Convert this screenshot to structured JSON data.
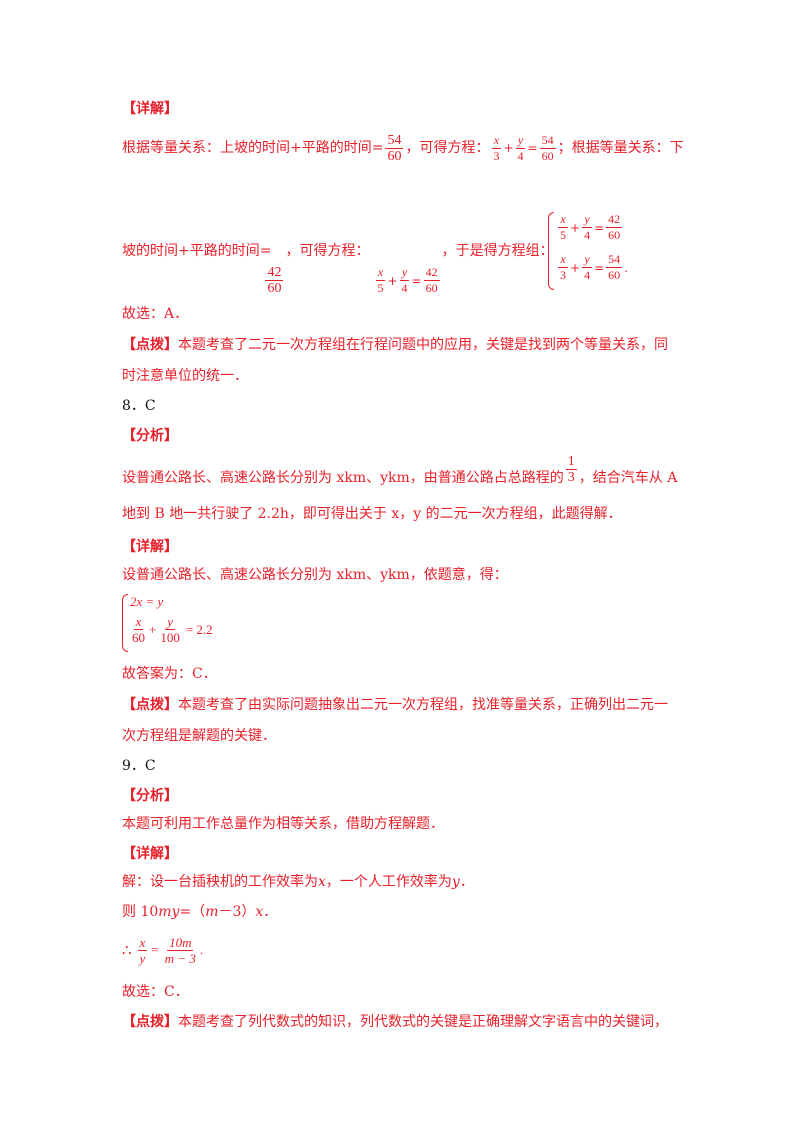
{
  "s7": {
    "detail_heading": "【详解】",
    "l1_a": "根据等量关系：上坡的时间+平路的时间=",
    "l1_f_num": "54",
    "l1_f_den": "60",
    "l1_b": "，可得方程：",
    "l1_eq": {
      "a_num": "x",
      "a_den": "3",
      "plus": "+",
      "b_num": "y",
      "b_den": "4",
      "eq": "=",
      "c_num": "54",
      "c_den": "60"
    },
    "l1_c": "；根据等量关系：下",
    "l2_a": "坡的时间+平路的时间=",
    "l2_f_num": "42",
    "l2_f_den": "60",
    "l2_b": "，可得方程：",
    "l2_eq": {
      "a_num": "x",
      "a_den": "5",
      "plus": "+",
      "b_num": "y",
      "b_den": "4",
      "eq": "=",
      "c_num": "42",
      "c_den": "60"
    },
    "l2_c": "，于是得方程组：",
    "sys_r1": {
      "a_num": "x",
      "a_den": "5",
      "plus": "+",
      "b_num": "y",
      "b_den": "4",
      "eq": "=",
      "c_num": "42",
      "c_den": "60"
    },
    "sys_r2": {
      "a_num": "x",
      "a_den": "3",
      "plus": "+",
      "b_num": "y",
      "b_den": "4",
      "eq": "=",
      "c_num": "54",
      "c_den": "60"
    },
    "sys_end": ".",
    "choose": "故选：A．",
    "tip_label": "【点拨】",
    "tip_l1": "本题考查了二元一次方程组在行程问题中的应用，关键是找到两个等量关系，同",
    "tip_l2": "时注意单位的统一．"
  },
  "s8": {
    "number": "8．C",
    "analysis_heading": "【分析】",
    "an_l1_a": "设普通公路长、高速公路长分别为 xkm、ykm，由普通公路占总路程的",
    "an_frac_num": "1",
    "an_frac_den": "3",
    "an_l1_b": "，结合汽车从 A",
    "an_l2": "地到 B 地一共行驶了 2.2h，即可得出关于 x，y 的二元一次方程组，此题得解．",
    "detail_heading": "【详解】",
    "det_l1": "设普通公路长、高速公路长分别为 xkm、ykm，依题意，得：",
    "sys_r1": "2x = y",
    "sys_r2": {
      "a_num": "x",
      "a_den": "60",
      "plus": "+",
      "b_num": "y",
      "b_den": "100",
      "eq": "= 2.2"
    },
    "answer": "故答案为：C．",
    "tip_label": "【点拨】",
    "tip_l1": "本题考查了由实际问题抽象出二元一次方程组，找准等量关系，正确列出二元一",
    "tip_l2": "次方程组是解题的关键．"
  },
  "s9": {
    "number": "9．C",
    "analysis_heading": "【分析】",
    "an_l1": "本题可利用工作总量作为相等关系，借助方程解题．",
    "detail_heading": "【详解】",
    "det_l1_a": "解：设一台插秧机的工作效率为",
    "det_l1_x": "x",
    "det_l1_b": "，一个人工作效率为",
    "det_l1_y": "y",
    "det_l1_c": "．",
    "det_l2_a": "则 10",
    "det_l2_my": "my",
    "det_l2_b": "=（",
    "det_l2_m": "m",
    "det_l2_c": "－3）",
    "det_l2_x": "x",
    "det_l2_d": "．",
    "therefore": "∴",
    "eq": {
      "a_num": "x",
      "a_den": "y",
      "eq": "=",
      "c_num": "10m",
      "c_den": "m − 3",
      "end": "."
    },
    "choose": "故选：C．",
    "tip_label": "【点拨】",
    "tip_l1": "本题考查了列代数式的知识，列代数式的关键是正确理解文字语言中的关键词，"
  },
  "colors": {
    "red": "#e8202a",
    "black": "#111111"
  }
}
